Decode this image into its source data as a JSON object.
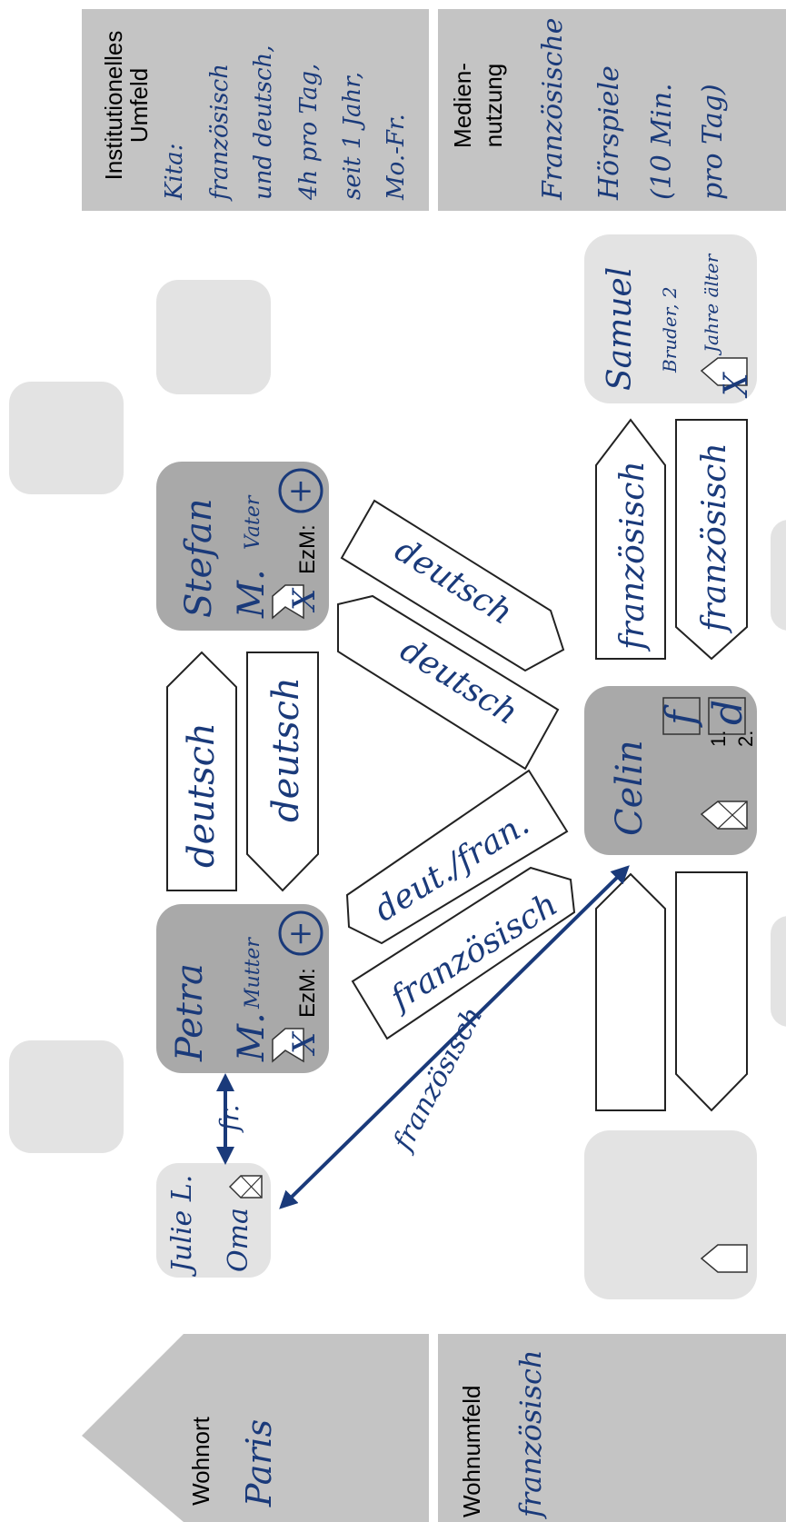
{
  "panels": {
    "institution": {
      "heading_line1": "Institutionelles",
      "heading_line2": "Umfeld",
      "lines": [
        "Kita:",
        "französisch",
        "und deutsch,",
        "4h pro Tag,",
        "seit 1 Jahr,",
        "Mo.-Fr."
      ]
    },
    "media": {
      "heading_line1": "Medien-",
      "heading_line2": "nutzung",
      "lines": [
        "Französische",
        "Hörspiele",
        "(10 Min.",
        "pro Tag)"
      ]
    },
    "residence": {
      "heading": "Wohnort",
      "value": "Paris"
    },
    "neighborhood": {
      "heading": "Wohnumfeld",
      "value": "französisch"
    }
  },
  "persons": {
    "julie": {
      "name": "Julie L.",
      "role": "Oma"
    },
    "petra": {
      "name": "Petra",
      "role_prefix": "M.",
      "role": "Mutter",
      "ezm_label": "EzM:",
      "plus": "+",
      "cross": "X"
    },
    "stefan": {
      "name": "Stefan",
      "role_prefix": "M.",
      "role": "Vater",
      "ezm_label": "EzM:",
      "plus": "+",
      "cross": "X"
    },
    "celin": {
      "name": "Celin",
      "first_label": "1.",
      "first_lang": "f",
      "second_label": "2.",
      "second_lang": "d"
    },
    "samuel": {
      "name": "Samuel",
      "relation": "Bruder, 2",
      "relation2": "Jahre älter",
      "cross": "X"
    }
  },
  "tags": {
    "petra_stefan_top": "deutsch",
    "petra_stefan_bottom": "deutsch",
    "stefan_celin_1": "deutsch",
    "stefan_celin_2": "deutsch",
    "petra_celin_1": "deut./fran.",
    "petra_celin_2": "französisch",
    "celin_samuel_1": "französisch",
    "celin_samuel_2": "französisch"
  },
  "arrows": {
    "julie_petra": "fr.",
    "julie_celin": "französisch"
  },
  "colors": {
    "handwriting": "#1a3a7a",
    "panel_grey": "#c4c4c4",
    "person_dark": "#a9a9a9",
    "person_light": "#e3e3e3"
  }
}
